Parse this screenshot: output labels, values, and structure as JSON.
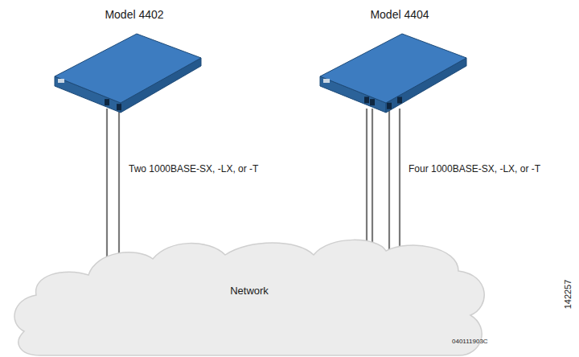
{
  "diagram": {
    "nodes": [
      {
        "text": [
          "Model 4402"
        ]
      },
      {
        "text": [
          "Model 4404"
        ]
      },
      {
        "text": [
          "Network"
        ]
      }
    ],
    "edges": [
      {
        "from": 0,
        "to": 2,
        "arrow": "none"
      },
      {
        "from": 0,
        "to": 2,
        "arrow": "none"
      },
      {
        "from": 1,
        "to": 2,
        "arrow": "none"
      },
      {
        "from": 1,
        "to": 2,
        "arrow": "none"
      },
      {
        "from": 1,
        "to": 2,
        "arrow": "none"
      },
      {
        "from": 1,
        "to": 2,
        "arrow": "none"
      }
    ],
    "labels": [
      "Two 1000BASE-SX, -LX, or -T",
      "Four 1000BASE-SX, -LX, or -T",
      "142257",
      "040111903C"
    ]
  }
}
